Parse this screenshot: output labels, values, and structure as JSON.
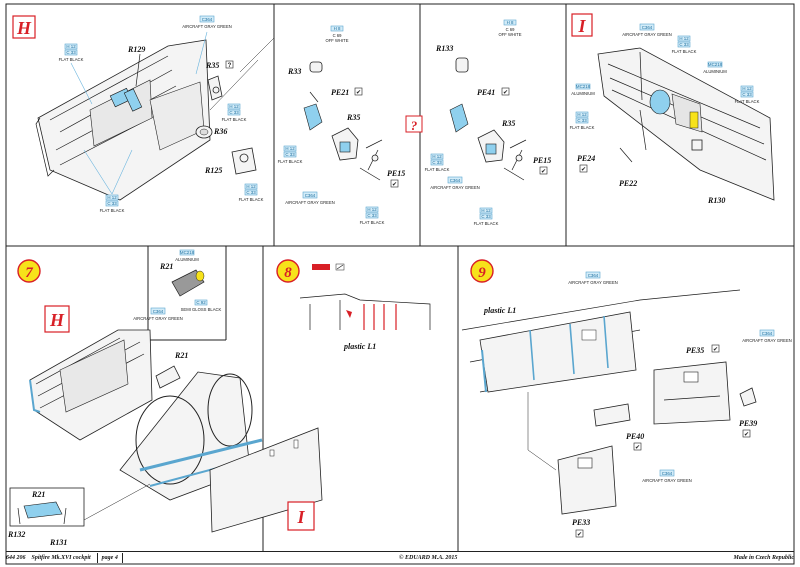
{
  "footer": {
    "code": "644 206",
    "title": "Spitfire Mk.XVI cockpit",
    "page": "page 4",
    "copyright": "© EDUARD  M.A. 2015",
    "made_in": "Made in Czech Republic"
  },
  "steps": {
    "s7": "7",
    "s8": "8",
    "s9": "9"
  },
  "letters": {
    "H": "H",
    "I": "I"
  },
  "parts": {
    "R129": "R129",
    "R35": "R35",
    "R36": "R36",
    "R125": "R125",
    "R33": "R33",
    "PE21": "PE21",
    "PE15": "PE15",
    "R133": "R133",
    "PE41": "PE41",
    "PE24": "PE24",
    "PE22": "PE22",
    "R130": "R130",
    "R21": "R21",
    "R132": "R132",
    "R131": "R131",
    "PE35": "PE35",
    "PE39": "PE39",
    "PE40": "PE40",
    "PE33": "PE33",
    "plastic_L1": "plastic L1"
  },
  "colors": {
    "C33": {
      "code": "C 33",
      "name": "FLAT BLACK"
    },
    "C364": {
      "code": "C364",
      "name": "AIRCRAFT GRAY GREEN"
    },
    "C69": {
      "code": "C 69",
      "name": "OFF WHITE"
    },
    "C92": {
      "code": "C 92",
      "name": "SEMI GLOSS BLACK"
    },
    "MC218": {
      "code": "MC218",
      "name": "ALUMINIUM"
    },
    "box_tag": "H 12",
    "box_tag2": "H 21",
    "box_tag3": "H 8"
  },
  "symbols": {
    "question": "?",
    "check": "✔"
  },
  "palette": {
    "accent_red": "#d81f26",
    "step_yellow": "#f7e21a",
    "part_blue": "#8fd0ee"
  }
}
